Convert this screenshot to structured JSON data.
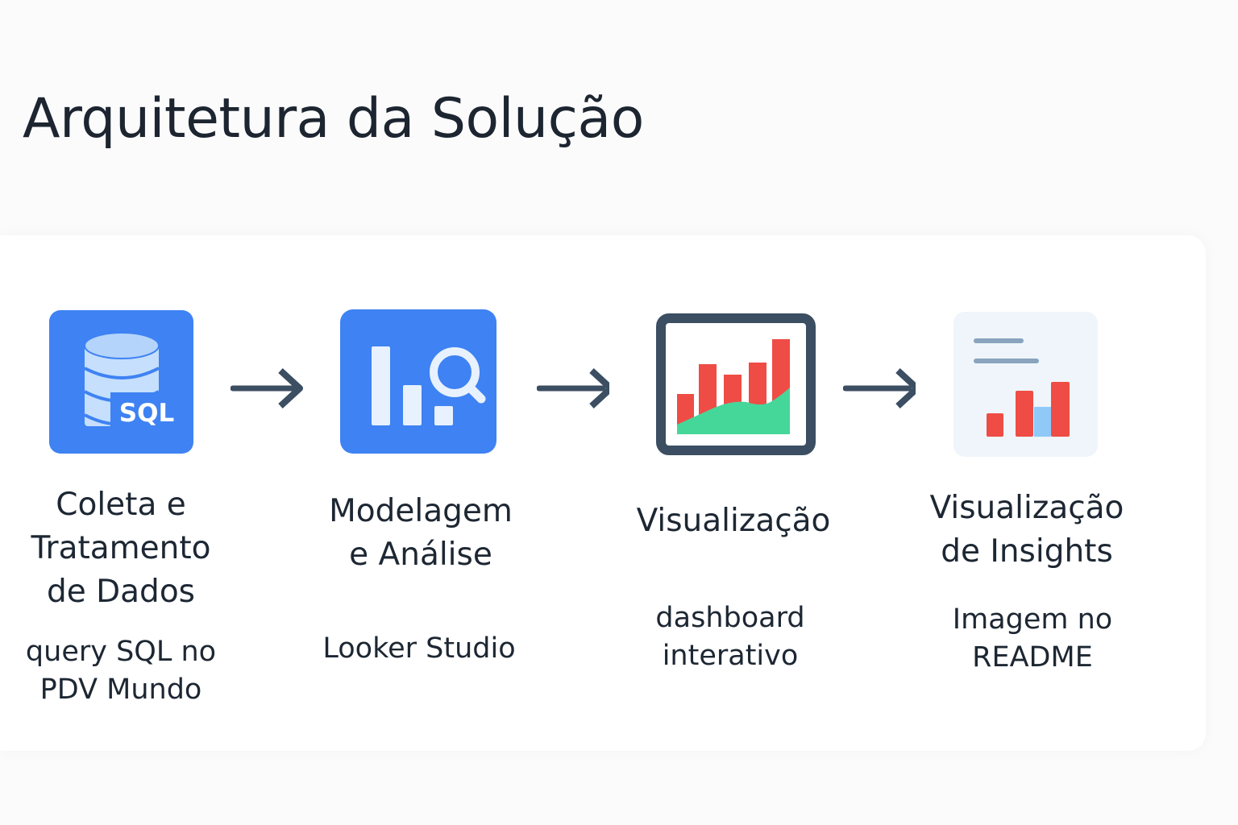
{
  "title": "Arquitetura da Solução",
  "steps": [
    {
      "title": "Coleta e\nTratamento\nde Dados",
      "subtitle": "query SQL no\nPDV Mundo",
      "icon": "database-sql-icon",
      "icon_text": "SQL"
    },
    {
      "title": "Modelagem\ne Análise",
      "subtitle": "Looker Studio",
      "icon": "bar-chart-search-icon"
    },
    {
      "title": "Visualização",
      "subtitle": "dashboard\ninterativo",
      "icon": "dashboard-chart-icon"
    },
    {
      "title": "Visualização\nde Insights",
      "subtitle": "Imagem no\nREADME",
      "icon": "report-chart-icon"
    }
  ],
  "colors": {
    "primary_blue": "#3e82f3",
    "arrow": "#3b4e62",
    "bar_red": "#ef4c46",
    "area_green": "#45d79a",
    "light_blue": "#8ec9f8",
    "frame": "#3b4e62"
  }
}
